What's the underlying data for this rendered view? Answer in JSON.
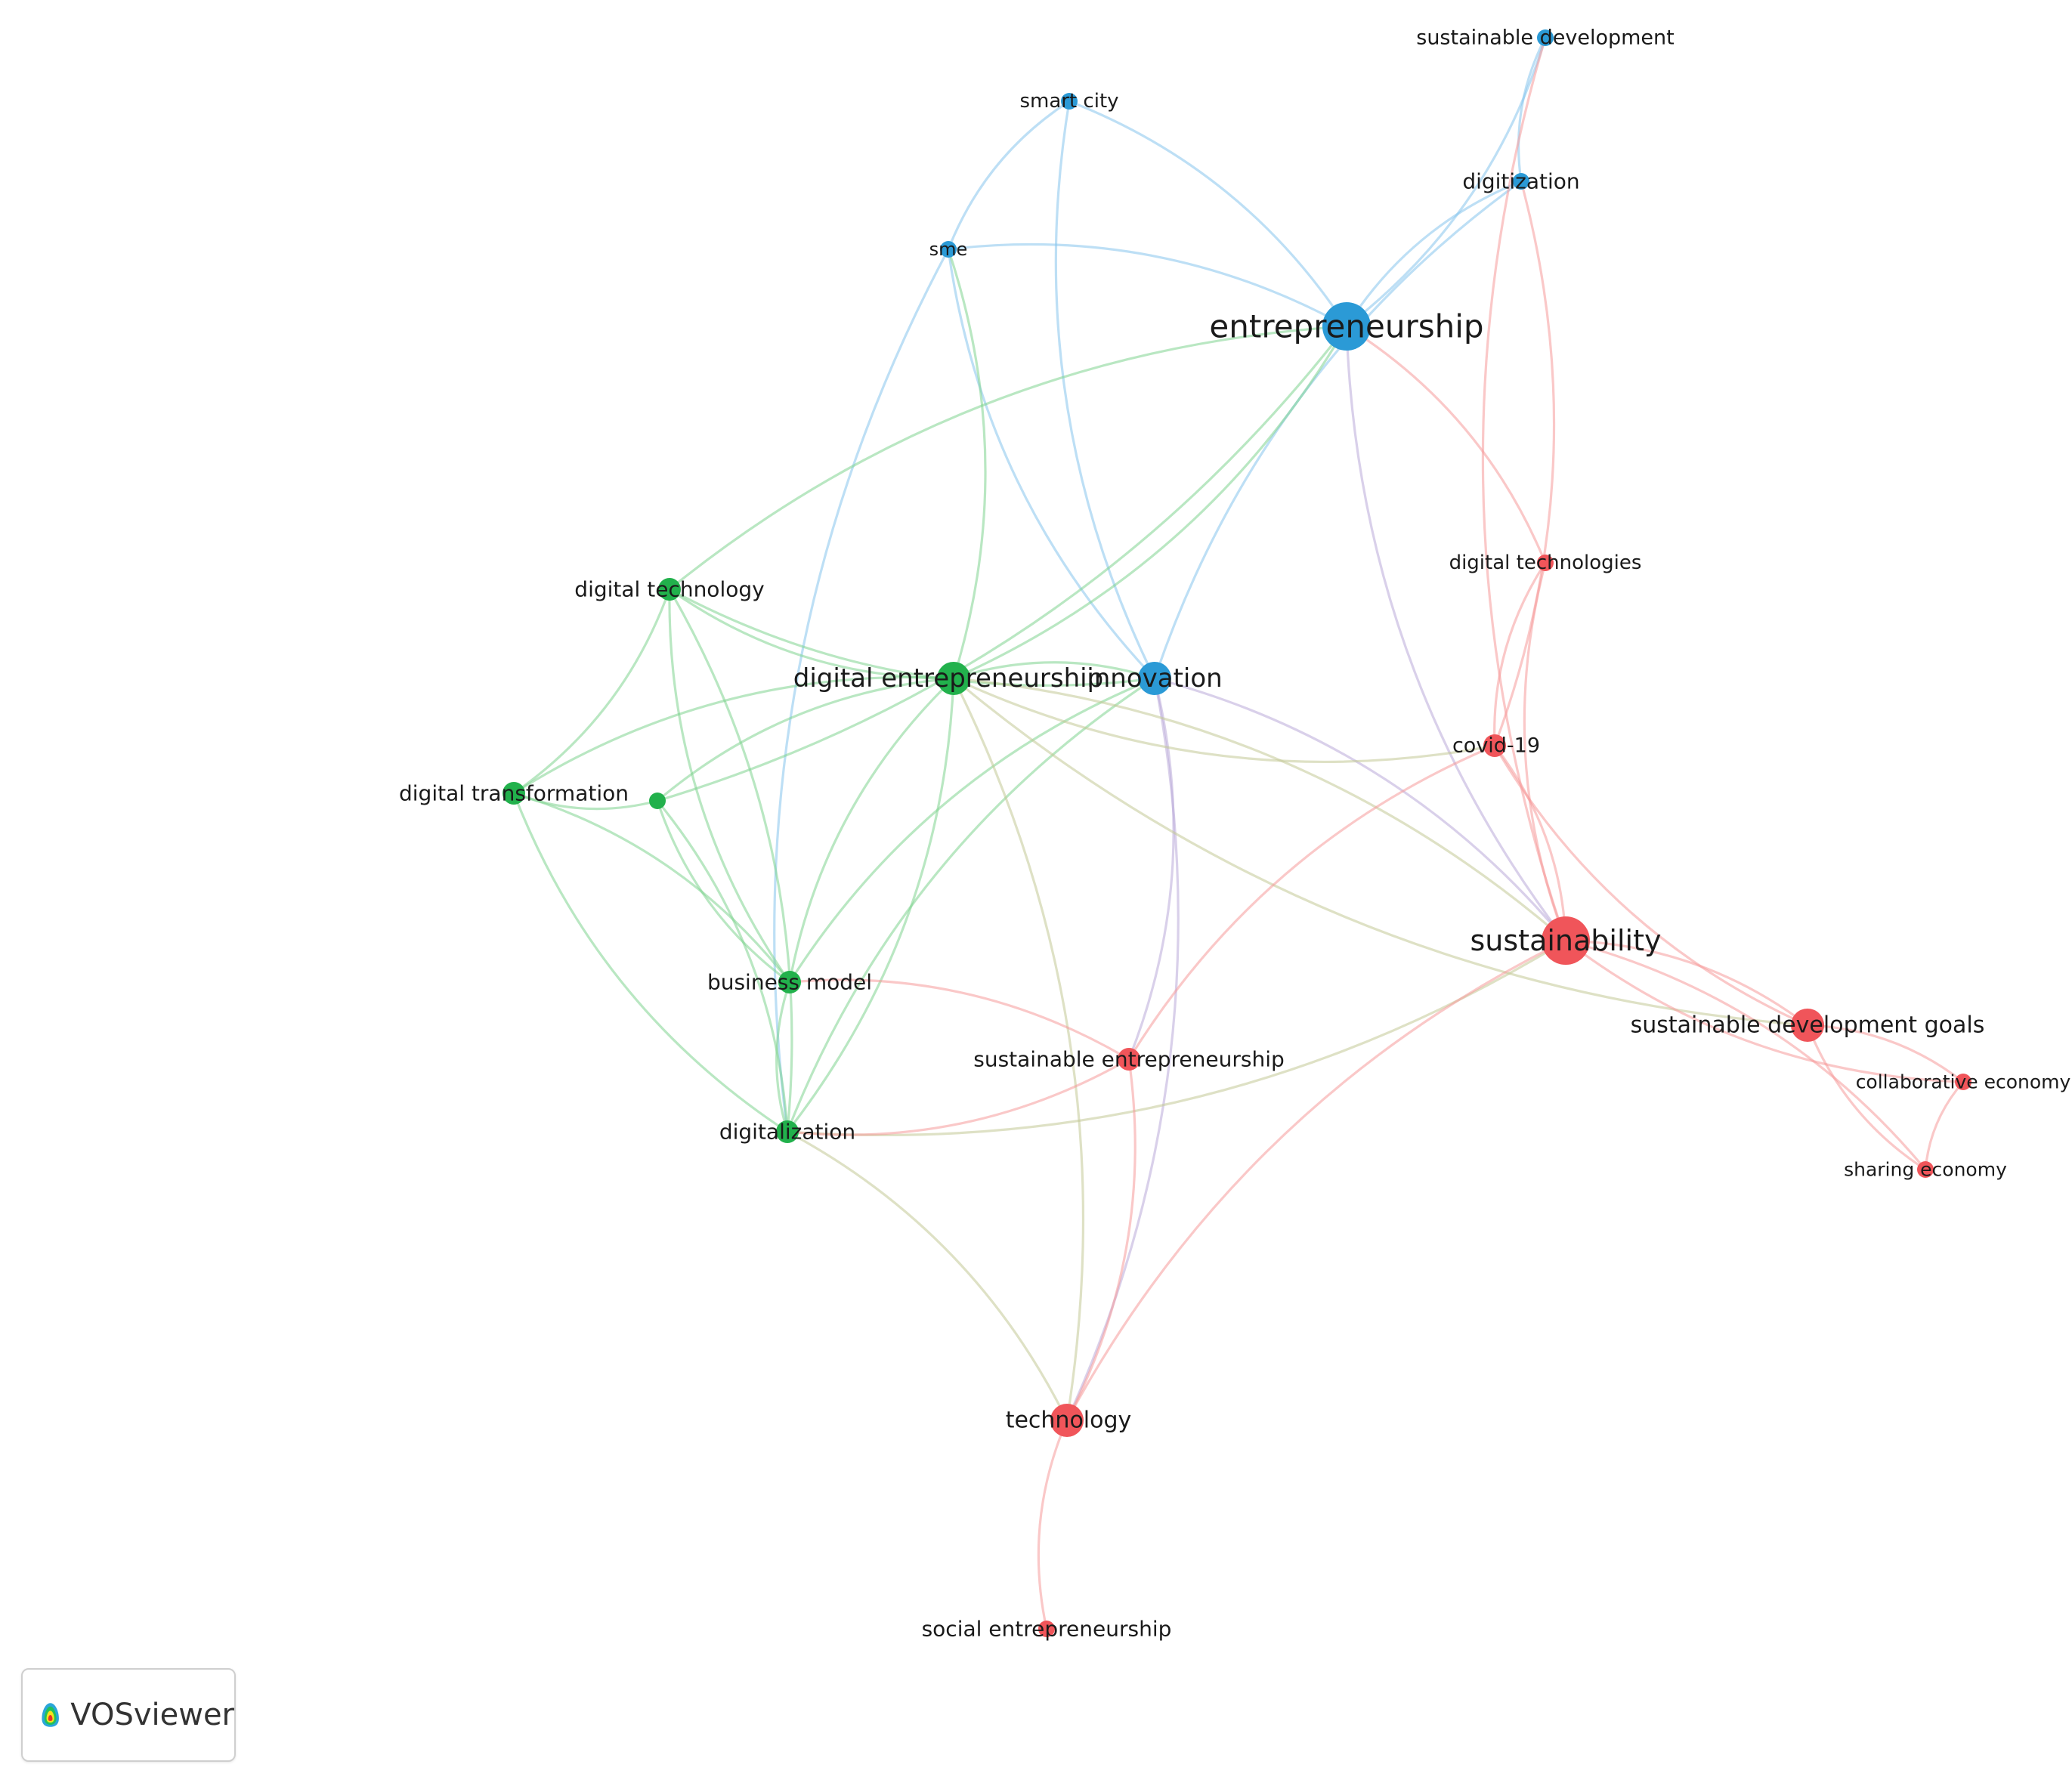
{
  "colors": {
    "red": "#f0555a",
    "green": "#22b14c",
    "blue": "#2b9ad6",
    "edge_red": "#f59a9a",
    "edge_green": "#7fd38f",
    "edge_blue": "#86c4ec"
  },
  "nodes": [
    {
      "id": "entrepreneurship",
      "label": "entrepreneurship",
      "cluster": "blue",
      "weight": 5
    },
    {
      "id": "innovation",
      "label": "innovation",
      "cluster": "blue",
      "weight": 3
    },
    {
      "id": "sme",
      "label": "sme",
      "cluster": "blue",
      "weight": 1
    },
    {
      "id": "smart_city",
      "label": "smart city",
      "cluster": "blue",
      "weight": 1
    },
    {
      "id": "digitization",
      "label": "digitization",
      "cluster": "blue",
      "weight": 1
    },
    {
      "id": "sustainable_development",
      "label": "sustainable development",
      "cluster": "blue",
      "weight": 1
    },
    {
      "id": "digital_entrepreneurship",
      "label": "digital entrepreneurship",
      "cluster": "green",
      "weight": 3
    },
    {
      "id": "digital_technology",
      "label": "digital technology",
      "cluster": "green",
      "weight": 2
    },
    {
      "id": "digital_transformation",
      "label": "digital transformation",
      "cluster": "green",
      "weight": 2
    },
    {
      "id": "unlabeled_green",
      "label": "",
      "cluster": "green",
      "weight": 1
    },
    {
      "id": "business_model",
      "label": "business model",
      "cluster": "green",
      "weight": 2
    },
    {
      "id": "digitalization",
      "label": "digitalization",
      "cluster": "green",
      "weight": 2
    },
    {
      "id": "sustainability",
      "label": "sustainability",
      "cluster": "red",
      "weight": 5
    },
    {
      "id": "sustainable_development_goals",
      "label": "sustainable development goals",
      "cluster": "red",
      "weight": 3
    },
    {
      "id": "collaborative_economy",
      "label": "collaborative economy",
      "cluster": "red",
      "weight": 1
    },
    {
      "id": "sharing_economy",
      "label": "sharing economy",
      "cluster": "red",
      "weight": 1
    },
    {
      "id": "covid19",
      "label": "covid-19",
      "cluster": "red",
      "weight": 2
    },
    {
      "id": "digital_technologies",
      "label": "digital technologies",
      "cluster": "red",
      "weight": 1
    },
    {
      "id": "sustainable_entrepreneurship",
      "label": "sustainable entrepreneurship",
      "cluster": "red",
      "weight": 2
    },
    {
      "id": "technology",
      "label": "technology",
      "cluster": "red",
      "weight": 3
    },
    {
      "id": "social_entrepreneurship",
      "label": "social entrepreneurship",
      "cluster": "red",
      "weight": 1
    }
  ],
  "edges": [
    {
      "source": "smart_city",
      "target": "sme",
      "color": "blue"
    },
    {
      "source": "smart_city",
      "target": "entrepreneurship",
      "color": "blue"
    },
    {
      "source": "smart_city",
      "target": "innovation",
      "color": "blue"
    },
    {
      "source": "sme",
      "target": "entrepreneurship",
      "color": "blue"
    },
    {
      "source": "sme",
      "target": "innovation",
      "color": "blue"
    },
    {
      "source": "sme",
      "target": "digital_entrepreneurship",
      "color": "green"
    },
    {
      "source": "sme",
      "target": "digitalization",
      "color": "blue"
    },
    {
      "source": "entrepreneurship",
      "target": "digitization",
      "color": "blue"
    },
    {
      "source": "entrepreneurship",
      "target": "sustainable_development",
      "color": "blue"
    },
    {
      "source": "digitization",
      "target": "sustainable_development",
      "color": "blue"
    },
    {
      "source": "digitization",
      "target": "innovation",
      "color": "blue"
    },
    {
      "source": "digitization",
      "target": "covid19",
      "color": "red"
    },
    {
      "source": "sustainable_development",
      "target": "sustainability",
      "color": "red"
    },
    {
      "source": "entrepreneurship",
      "target": "digital_entrepreneurship",
      "color": "green"
    },
    {
      "source": "entrepreneurship",
      "target": "digital_technology",
      "color": "green"
    },
    {
      "source": "entrepreneurship",
      "target": "unlabeled_green",
      "color": "green"
    },
    {
      "source": "entrepreneurship",
      "target": "sustainability",
      "color": "purple"
    },
    {
      "source": "entrepreneurship",
      "target": "digital_technologies",
      "color": "red"
    },
    {
      "source": "innovation",
      "target": "digital_entrepreneurship",
      "color": "green"
    },
    {
      "source": "innovation",
      "target": "sustainability",
      "color": "purple"
    },
    {
      "source": "innovation",
      "target": "business_model",
      "color": "green"
    },
    {
      "source": "innovation",
      "target": "technology",
      "color": "purple"
    },
    {
      "source": "innovation",
      "target": "digitalization",
      "color": "green"
    },
    {
      "source": "innovation",
      "target": "sustainable_entrepreneurship",
      "color": "purple"
    },
    {
      "source": "digital_technology",
      "target": "digital_entrepreneurship",
      "color": "green"
    },
    {
      "source": "digital_technology",
      "target": "digital_transformation",
      "color": "green"
    },
    {
      "source": "digital_technology",
      "target": "business_model",
      "color": "green"
    },
    {
      "source": "digital_technology",
      "target": "digitalization",
      "color": "green"
    },
    {
      "source": "digital_technology",
      "target": "innovation",
      "color": "green"
    },
    {
      "source": "digital_transformation",
      "target": "digital_entrepreneurship",
      "color": "green"
    },
    {
      "source": "digital_transformation",
      "target": "unlabeled_green",
      "color": "green"
    },
    {
      "source": "digital_transformation",
      "target": "business_model",
      "color": "green"
    },
    {
      "source": "digital_transformation",
      "target": "digitalization",
      "color": "green"
    },
    {
      "source": "unlabeled_green",
      "target": "digital_entrepreneurship",
      "color": "green"
    },
    {
      "source": "unlabeled_green",
      "target": "business_model",
      "color": "green"
    },
    {
      "source": "unlabeled_green",
      "target": "digitalization",
      "color": "green"
    },
    {
      "source": "digital_entrepreneurship",
      "target": "business_model",
      "color": "green"
    },
    {
      "source": "digital_entrepreneurship",
      "target": "digitalization",
      "color": "green"
    },
    {
      "source": "digital_entrepreneurship",
      "target": "covid19",
      "color": "olive"
    },
    {
      "source": "digital_entrepreneurship",
      "target": "sustainability",
      "color": "olive"
    },
    {
      "source": "digital_entrepreneurship",
      "target": "sustainable_development_goals",
      "color": "olive"
    },
    {
      "source": "digital_entrepreneurship",
      "target": "technology",
      "color": "olive"
    },
    {
      "source": "business_model",
      "target": "digitalization",
      "color": "green"
    },
    {
      "source": "business_model",
      "target": "sustainable_entrepreneurship",
      "color": "red"
    },
    {
      "source": "digitalization",
      "target": "sustainability",
      "color": "olive"
    },
    {
      "source": "digitalization",
      "target": "technology",
      "color": "olive"
    },
    {
      "source": "digitalization",
      "target": "sustainable_entrepreneurship",
      "color": "red"
    },
    {
      "source": "sustainability",
      "target": "sustainable_development_goals",
      "color": "red"
    },
    {
      "source": "sustainability",
      "target": "collaborative_economy",
      "color": "red"
    },
    {
      "source": "sustainability",
      "target": "sharing_economy",
      "color": "red"
    },
    {
      "source": "sustainability",
      "target": "covid19",
      "color": "red"
    },
    {
      "source": "sustainability",
      "target": "digital_technologies",
      "color": "red"
    },
    {
      "source": "sustainability",
      "target": "technology",
      "color": "red"
    },
    {
      "source": "sustainable_development_goals",
      "target": "collaborative_economy",
      "color": "red"
    },
    {
      "source": "sustainable_development_goals",
      "target": "sharing_economy",
      "color": "red"
    },
    {
      "source": "sustainable_development_goals",
      "target": "covid19",
      "color": "red"
    },
    {
      "source": "collaborative_economy",
      "target": "sharing_economy",
      "color": "red"
    },
    {
      "source": "covid19",
      "target": "digital_technologies",
      "color": "red"
    },
    {
      "source": "covid19",
      "target": "sustainable_entrepreneurship",
      "color": "red"
    },
    {
      "source": "sustainable_entrepreneurship",
      "target": "technology",
      "color": "red"
    },
    {
      "source": "technology",
      "target": "social_entrepreneurship",
      "color": "red"
    }
  ],
  "branding": {
    "logo_text": "VOSviewer"
  }
}
